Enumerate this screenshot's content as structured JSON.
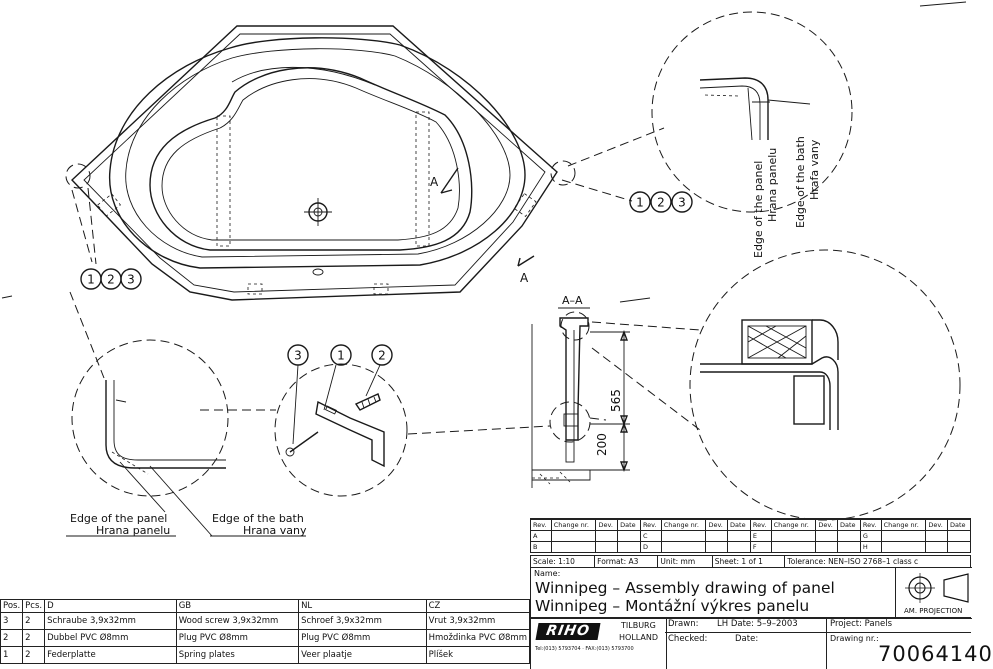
{
  "bubbles": {
    "n1": "1",
    "n2": "2",
    "n3": "3"
  },
  "section_marker": "A",
  "section_title": "A–A",
  "dimensions": {
    "height_upper": "565",
    "height_lower": "200"
  },
  "edge_labels": {
    "panel_en": "Edge of the panel",
    "panel_cz": "Hrana panelu",
    "bath_en": "Edge of the bath",
    "bath_cz": "Hrana vany",
    "bath_cz_alt": "Hrafa vany"
  },
  "parts_table": {
    "headers": [
      "Pos.",
      "Pcs.",
      "D",
      "GB",
      "NL",
      "CZ"
    ],
    "rows": [
      [
        "3",
        "2",
        "Schraube 3,9x32mm",
        "Wood screw 3,9x32mm",
        "Schroef 3,9x32mm",
        "Vrut 3,9x32mm"
      ],
      [
        "2",
        "2",
        "Dubbel PVC Ø8mm",
        "Plug PVC Ø8mm",
        "Plug PVC Ø8mm",
        "Hmoždinka PVC Ø8mm"
      ],
      [
        "1",
        "2",
        "Federplatte",
        "Spring plates",
        "Veer plaatje",
        "Plíšek"
      ]
    ]
  },
  "revision_table": {
    "headers": [
      "Rev.",
      "Change nr.",
      "Dev.",
      "Date"
    ],
    "rows": [
      [
        "A",
        "C",
        "E",
        "G"
      ],
      [
        "B",
        "D",
        "F",
        "H"
      ]
    ]
  },
  "title_block": {
    "scale": "Scale: 1:10",
    "format": "Format: A3",
    "unit": "Unit:   mm",
    "sheet": "Sheet:  1   of  1",
    "tolerance": "Tolerance: NEN–ISO 2768–1 class c",
    "name_label": "Name:",
    "name_line1": "Winnipeg  –  Assembly drawing of panel",
    "name_line2": "Winnipeg  –  Montážní výkres panelu",
    "projection": "AM. PROJECTION",
    "logo": "RIHO",
    "city": "TILBURG",
    "country": "HOLLAND",
    "contact": "Tel:(013) 5793704 · FAX:(013) 5793700",
    "drawn_label": "Drawn:",
    "drawn_value": "LH   Date:  5–9–2003",
    "checked_label": "Checked:",
    "checked_date": "Date:",
    "project_label": "Project:  Panels",
    "drawing_nr_label": "Drawing nr.:",
    "drawing_nr": "70064140"
  }
}
